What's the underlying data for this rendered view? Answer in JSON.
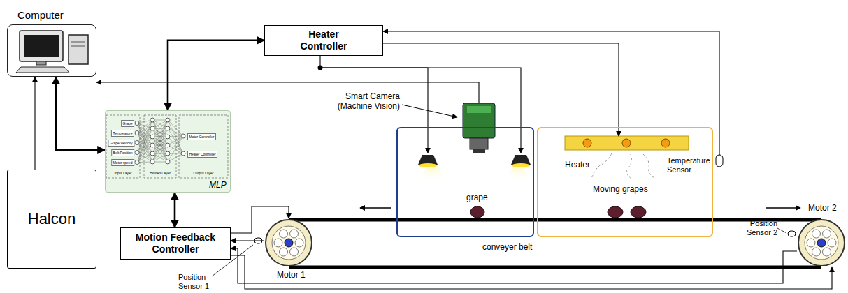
{
  "diagram": {
    "nodes": [
      {
        "text": [
          "Computer"
        ]
      },
      {
        "text": [
          "Heater Controller"
        ]
      },
      {
        "text": [
          "MLP"
        ]
      },
      {
        "text": [
          "Halcon"
        ]
      },
      {
        "text": [
          "Motion Feedback Controller"
        ]
      },
      {
        "text": [
          "grape"
        ]
      },
      {
        "text": [
          "Heater",
          "Temperature Sensor",
          "Moving grapes"
        ]
      },
      {
        "text": [
          "Motor 1"
        ]
      },
      {
        "text": [
          "Motor 2"
        ]
      }
    ],
    "edges": [
      {
        "from": 0,
        "to": 2,
        "arrow": "both"
      },
      {
        "from": 1,
        "to": 2,
        "arrow": "both"
      },
      {
        "from": 2,
        "to": 4,
        "arrow": "both"
      },
      {
        "from": 3,
        "to": 0,
        "arrow": "to"
      },
      {
        "from": 5,
        "to": 0,
        "arrow": "to"
      },
      {
        "from": 1,
        "to": 5,
        "arrow": "to"
      },
      {
        "from": 1,
        "to": 6,
        "arrow": "to"
      },
      {
        "from": 6,
        "to": 1,
        "arrow": "to"
      },
      {
        "from": 4,
        "to": 7,
        "arrow": "to"
      },
      {
        "from": 7,
        "to": 4,
        "arrow": "to"
      },
      {
        "from": 8,
        "to": 4,
        "arrow": "to"
      },
      {
        "from": 4,
        "to": 8,
        "arrow": "to"
      }
    ],
    "labels": [
      "Smart Camera (Machine Vision)",
      "Position Sensor 1",
      "Position Sensor 2",
      "conveyer belt",
      "Grape",
      "Temperature",
      "Grape Velocity",
      "Belt Position",
      "Motor speed",
      "Motor Controller",
      "Heater Controller",
      "Input Layer",
      "Hidden Layer",
      "Output Layer"
    ]
  }
}
